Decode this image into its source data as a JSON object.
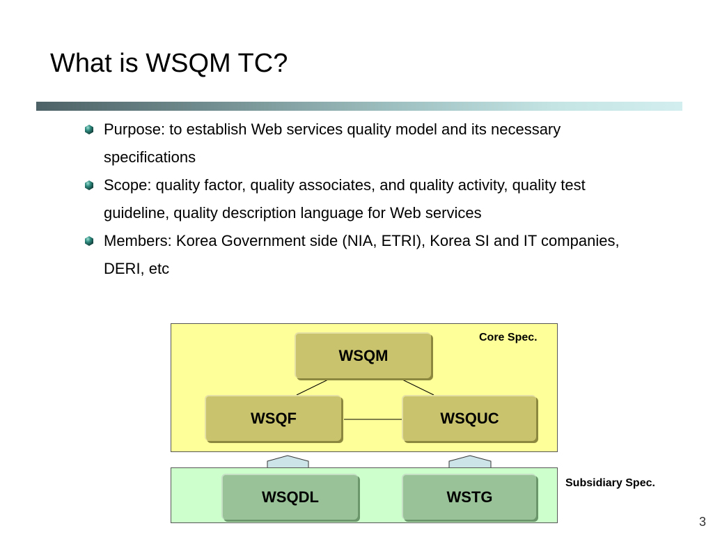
{
  "slide": {
    "title": "What is WSQM TC?",
    "page_number": "3",
    "accent_colors": {
      "title_bar_start": "#4d6266",
      "title_bar_end": "#d3eeee",
      "bullet": "#2e7d73",
      "core_fill": "#ffff99",
      "subsidiary_fill": "#ccffcc"
    }
  },
  "bullets": [
    {
      "text": "Purpose: to establish Web services quality model and its necessary specifications",
      "icon": "sphere-bullet-icon"
    },
    {
      "text": "Scope: quality factor, quality associates, and quality activity, quality test guideline, quality description language for Web services",
      "icon": "sphere-bullet-icon"
    },
    {
      "text": "Members: Korea Government side (NIA, ETRI), Korea SI and IT companies, DERI, etc",
      "icon": "sphere-bullet-icon"
    }
  ],
  "diagram": {
    "core_label": "Core Spec.",
    "subsidiary_label": "Subsidiary Spec.",
    "core_nodes": {
      "top": "WSQM",
      "left": "WSQF",
      "right": "WSQUC"
    },
    "subsidiary_nodes": {
      "left": "WSQDL",
      "right": "WSTG"
    }
  }
}
